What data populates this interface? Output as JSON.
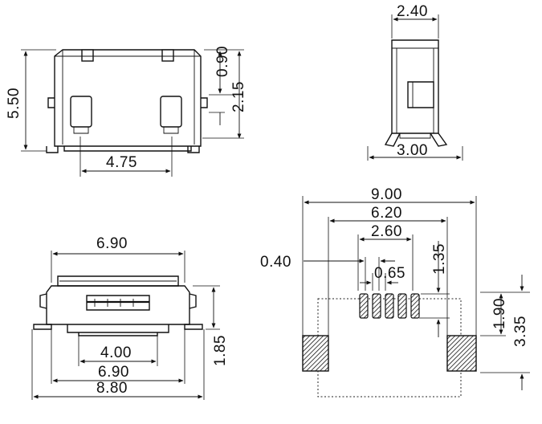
{
  "views": {
    "front": {
      "dim_height": "5.50",
      "dim_top": "0.90",
      "dim_mid": "2.15",
      "dim_bottom": "4.75"
    },
    "side": {
      "dim_top": "2.40",
      "dim_bottom": "3.00"
    },
    "bottom": {
      "dim_top": "6.90",
      "dim_inner1": "4.00",
      "dim_inner2": "6.90",
      "dim_overall": "8.80",
      "dim_height": "1.85"
    },
    "footprint": {
      "dim_overall": "9.00",
      "dim_inner": "6.20",
      "dim_pins": "2.60",
      "dim_pitch": "0.65",
      "dim_pin_width": "0.40",
      "dim_pin_len": "1.35",
      "dim_pad_h": "1.90",
      "dim_pad_total": "3.35"
    }
  },
  "colors": {
    "line": "#111111",
    "background": "#ffffff"
  }
}
